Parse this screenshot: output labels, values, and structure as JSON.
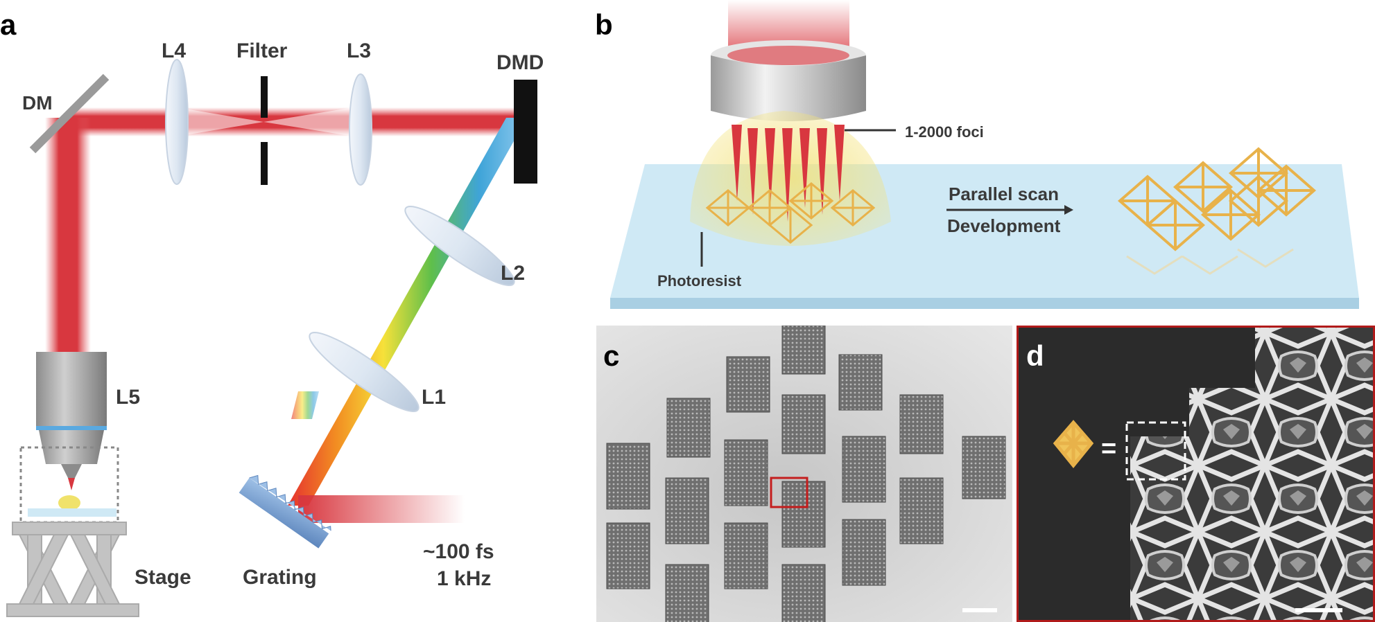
{
  "panels": {
    "a": "a",
    "b": "b",
    "c": "c",
    "d": "d"
  },
  "panel_a": {
    "labels": {
      "dm": "DM",
      "l4": "L4",
      "filter": "Filter",
      "l3": "L3",
      "dmd": "DMD",
      "l2": "L2",
      "l1": "L1",
      "l5": "L5",
      "stage": "Stage",
      "grating": "Grating",
      "pulse_duration": "~100 fs",
      "rep_rate": "1 kHz"
    }
  },
  "panel_b": {
    "labels": {
      "foci": "1-2000 foci",
      "parallel_scan": "Parallel scan",
      "development": "Development",
      "photoresist": "Photoresist"
    }
  },
  "panel_d": {
    "equals": "="
  },
  "colors": {
    "beam_red": "#d8373f",
    "highlight_box": "#c41e1e",
    "panel_d_border": "#b11a1a",
    "lattice_gold": "#e8b24a",
    "glass_blue": "#cfe9f5",
    "sem_background": "#dcdcdc",
    "sem_dark_background": "#2b2b2b"
  }
}
